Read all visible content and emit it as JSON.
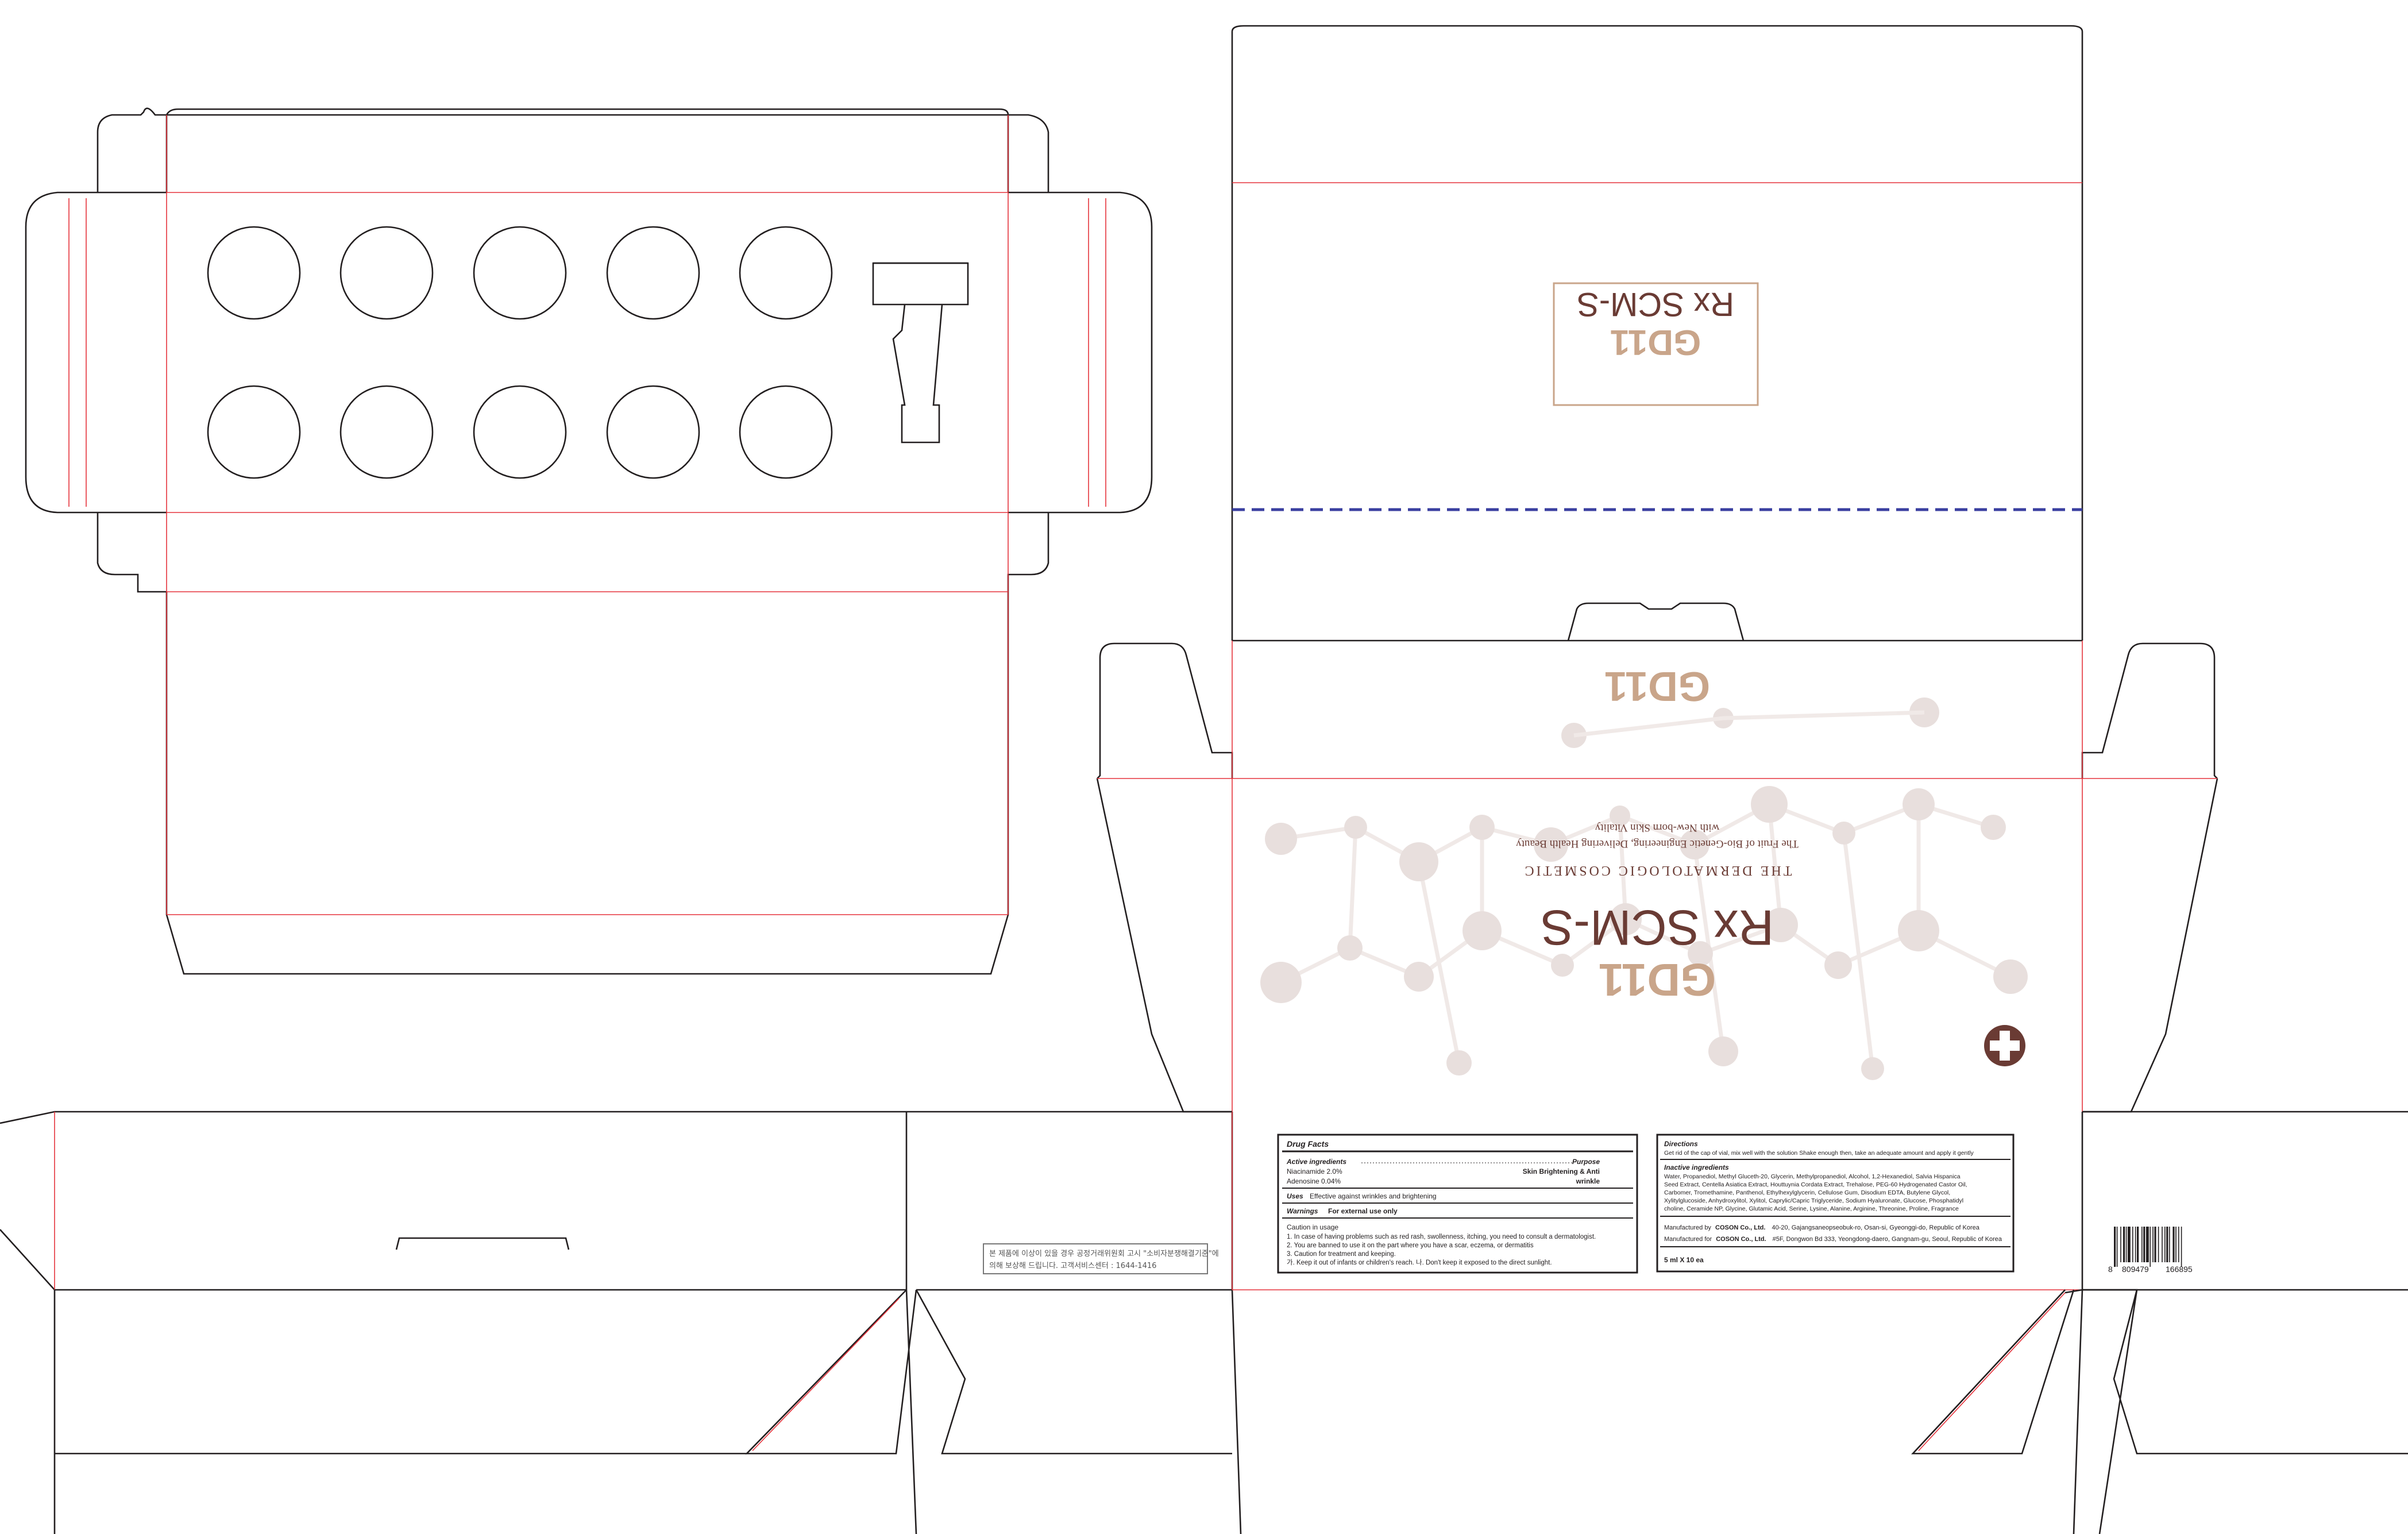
{
  "brand": {
    "logo": "GD11",
    "product": "Rx SCM-S",
    "tagline": "THE DERMATOLOGIC COSMETIC",
    "slogan_line1": "The Fruit of Bio-Genetic Engineering, Delivering Health Beauty",
    "slogan_line2": "with New-born Skin Vitality"
  },
  "drug_facts": {
    "title": "Drug Facts",
    "active_heading": "Active ingredients",
    "purpose_heading": "Purpose",
    "active_1": "Niacinamide 2.0%",
    "active_2": "Adenosine 0.04%",
    "purpose_1": "Skin Brightening & Anti",
    "purpose_2": "wrinkle",
    "uses_label": "Uses",
    "uses_text": "Effective against wrinkles and brightening",
    "warnings_label": "Warnings",
    "warnings_text": "For external use only",
    "caution_heading": "Caution in usage",
    "caution_1": "1. In case of having problems such as red rash, swollenness, itching, you need to consult a dermatologist.",
    "caution_2": "2. You are banned to use it on the part where you have a scar, eczema, or dermatitis",
    "caution_3": "3. Caution for treatment and keeping.",
    "caution_4": "가. Keep it out of infants or children's reach. 나. Don't keep it exposed to the direct sunlight."
  },
  "info": {
    "directions_heading": "Directions",
    "directions_text": "Get rid of the cap of vial, mix well with the solution Shake enough then, take an adequate amount and apply it gently",
    "inactive_heading": "Inactive ingredients",
    "inactive_1": "Water, Propanediol, Methyl Gluceth-20, Glycerin, Methylpropanediol, Alcohol, 1,2-Hexanediol, Salvia Hispanica",
    "inactive_2": "Seed Extract, Centella Asiatica Extract, Houttuynia Cordata Extract, Trehalose, PEG-60 Hydrogenated Castor Oil,",
    "inactive_3": "Carbomer, Tromethamine, Panthenol, Ethylhexylglycerin, Cellulose Gum, Disodium EDTA, Butylene Glycol,",
    "inactive_4": "Xylitylglucoside, Anhydroxylitol, Xylitol, Caprylic/Capric Triglyceride, Sodium Hyaluronate, Glucose, Phosphatidyl",
    "inactive_5": "choline, Ceramide NP, Glycine, Glutamic Acid, Serine, Lysine, Alanine, Arginine, Threonine, Proline, Fragrance",
    "manufactured_by_prefix": "Manufactured by",
    "manufactured_by_company": "COSON Co., Ltd.",
    "manufactured_by_address": "40-20, Gajangsaneopseobuk-ro, Osan-si, Gyeonggi-do, Republic of Korea",
    "manufactured_for_prefix": "Manufactured for",
    "manufactured_for_company": "COSON Co., Ltd.",
    "manufactured_for_address": "#5F, Dongwon Bd 333, Yeongdong-daero, Gangnam-gu, Seoul, Republic of Korea",
    "volume": "5 ml X 10 ea"
  },
  "notice": {
    "line1": "본 제품에 이상이 있을 경우 공정거래위원회 고시 \"소비자분쟁해결기준\"에",
    "line2": "의해 보상해 드립니다. 고객서비스센터 : 1644-1416"
  },
  "barcode": {
    "digit_1": "8",
    "digit_2": "809479",
    "digit_3": "166895"
  },
  "colors": {
    "cut_line": "#231f20",
    "fold_line": "#e5323b",
    "perforation": "#3a3fa0",
    "brand_gold": "#c9a58a",
    "product_brown": "#6a3b34",
    "bubble": "#d7c6c2"
  },
  "icons": {
    "cross_badge": "plus-circle-icon"
  }
}
